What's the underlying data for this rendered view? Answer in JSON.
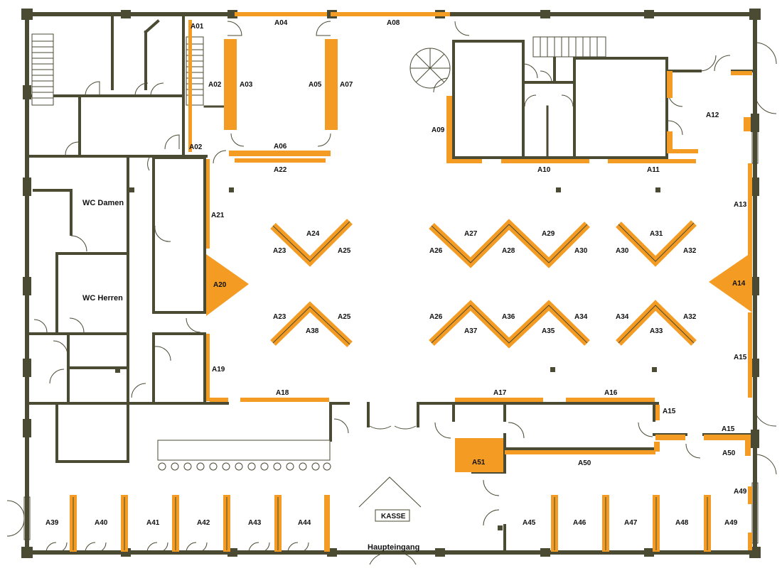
{
  "labels": {
    "A01": "A01",
    "A02": "A02",
    "A03": "A03",
    "A04": "A04",
    "A05": "A05",
    "A06": "A06",
    "A07": "A07",
    "A08": "A08",
    "A09": "A09",
    "A10": "A10",
    "A11": "A11",
    "A12": "A12",
    "A13": "A13",
    "A14": "A14",
    "A15": "A15",
    "A16": "A16",
    "A17": "A17",
    "A18": "A18",
    "A19": "A19",
    "A20": "A20",
    "A21": "A21",
    "A22": "A22",
    "A23": "A23",
    "A24": "A24",
    "A25": "A25",
    "A26": "A26",
    "A27": "A27",
    "A28": "A28",
    "A29": "A29",
    "A30": "A30",
    "A31": "A31",
    "A32": "A32",
    "A33": "A33",
    "A34": "A34",
    "A35": "A35",
    "A36": "A36",
    "A37": "A37",
    "A38": "A38",
    "A39": "A39",
    "A40": "A40",
    "A41": "A41",
    "A42": "A42",
    "A43": "A43",
    "A44": "A44",
    "A45": "A45",
    "A46": "A46",
    "A47": "A47",
    "A48": "A48",
    "A49": "A49",
    "A50": "A50",
    "A51": "A51"
  },
  "rooms": {
    "wc_damen": "WC Damen",
    "wc_herren": "WC Herren",
    "kasse": "KASSE",
    "entrance": "Haupteingang"
  },
  "colors": {
    "wall": "#4b4a33",
    "booth": "#f39b22"
  }
}
